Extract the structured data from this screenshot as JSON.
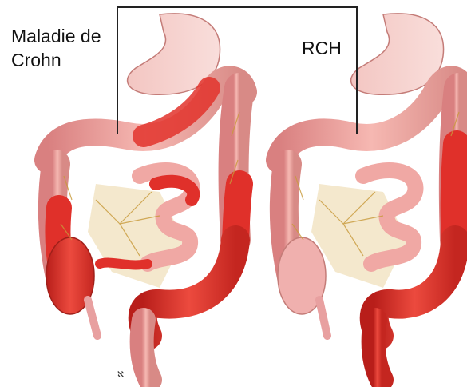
{
  "labels": {
    "left": "Maladie de Crohn",
    "right": "RCH"
  },
  "illustration": {
    "subject": "colon-illustration",
    "colors": {
      "inflamed": "#e0302a",
      "healthy": "#f0a0a0",
      "pale": "#f6c8c0",
      "mesentery": "#f2e4c4",
      "vessel": "#c89a3a"
    }
  }
}
